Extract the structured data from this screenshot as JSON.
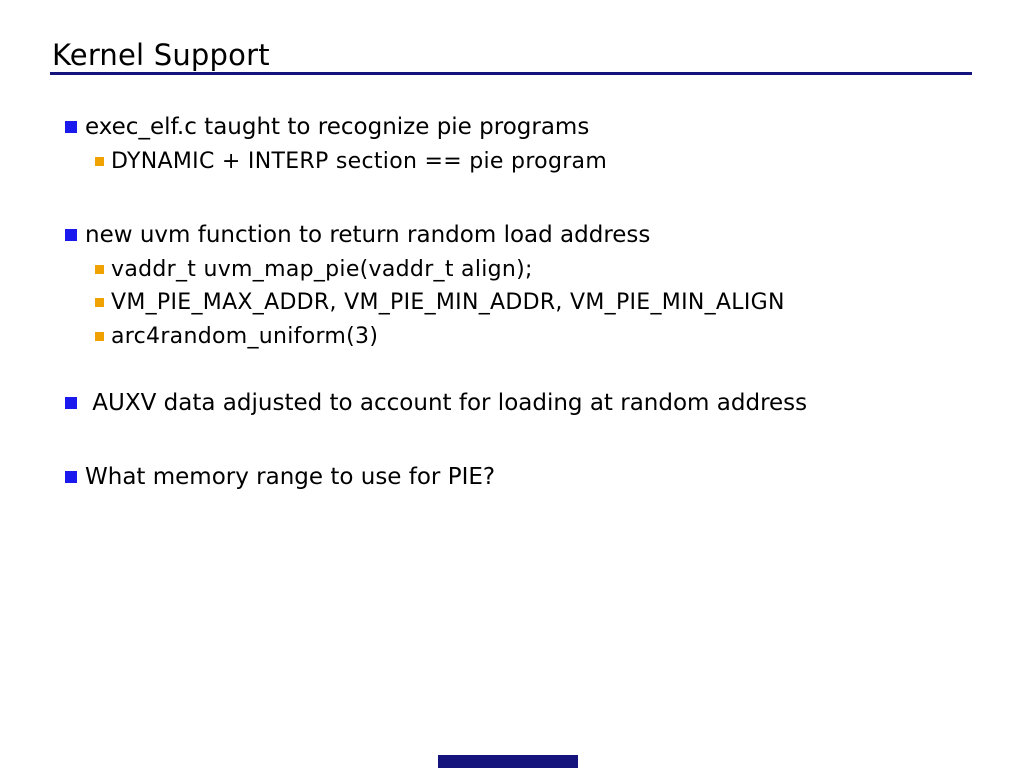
{
  "slide": {
    "title": "Kernel Support",
    "bullets": [
      {
        "level": 1,
        "text": "exec_elf.c taught to recognize pie programs"
      },
      {
        "level": 2,
        "text": "DYNAMIC + INTERP section == pie program"
      },
      {
        "level": 1,
        "text": "new uvm function to return random load address"
      },
      {
        "level": 2,
        "text": "vaddr_t uvm_map_pie(vaddr_t align);"
      },
      {
        "level": 2,
        "text": "VM_PIE_MAX_ADDR, VM_PIE_MIN_ADDR, VM_PIE_MIN_ALIGN"
      },
      {
        "level": 2,
        "text": "arc4random_uniform(3)"
      },
      {
        "level": 1,
        "text": " AUXV data adjusted to account for loading at random address"
      },
      {
        "level": 1,
        "text": "What memory range to use for PIE?"
      }
    ],
    "colors": {
      "background": "#ffffff",
      "text": "#000000",
      "title_rule": "#14147c",
      "bullet_level1": "#1a1aee",
      "bullet_level2": "#f0a202",
      "bottom_bar": "#14147c"
    }
  }
}
